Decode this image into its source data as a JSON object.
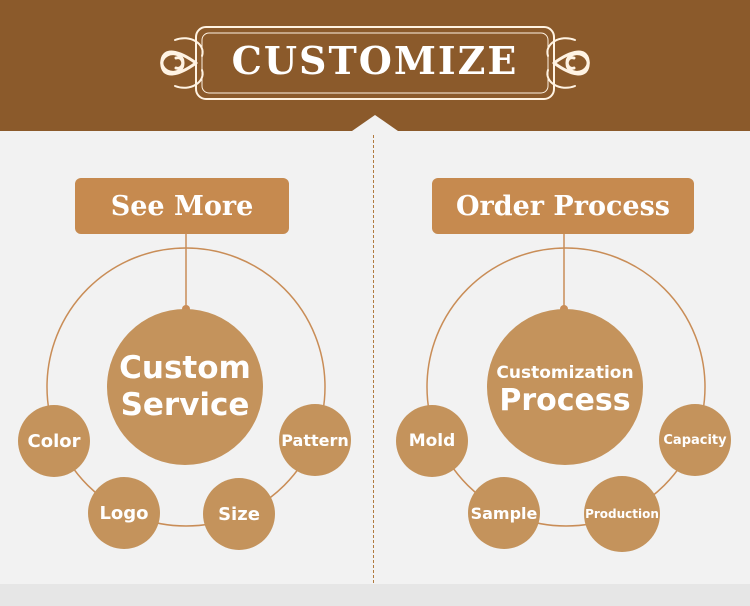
{
  "header": {
    "title": "CUSTOMIZE",
    "colors": {
      "background": "#8b5a2b",
      "ornament": "#fff3e3"
    }
  },
  "left": {
    "tag": "See More",
    "center": {
      "line1": "Custom",
      "line2": "Service"
    },
    "nodes": [
      "Color",
      "Logo",
      "Size",
      "Pattern"
    ]
  },
  "right": {
    "tag": "Order Process",
    "center": {
      "line1": "Customization",
      "line2": "Process"
    },
    "nodes": [
      "Mold",
      "Sample",
      "Production",
      "Capacity"
    ]
  },
  "colors": {
    "accent": "#c68a4f",
    "circle": "#c4935c",
    "ring": "#c98d57",
    "divider": "#b17a3f"
  },
  "icons": [
    "ornate-frame-icon",
    "connector-dot-icon"
  ]
}
